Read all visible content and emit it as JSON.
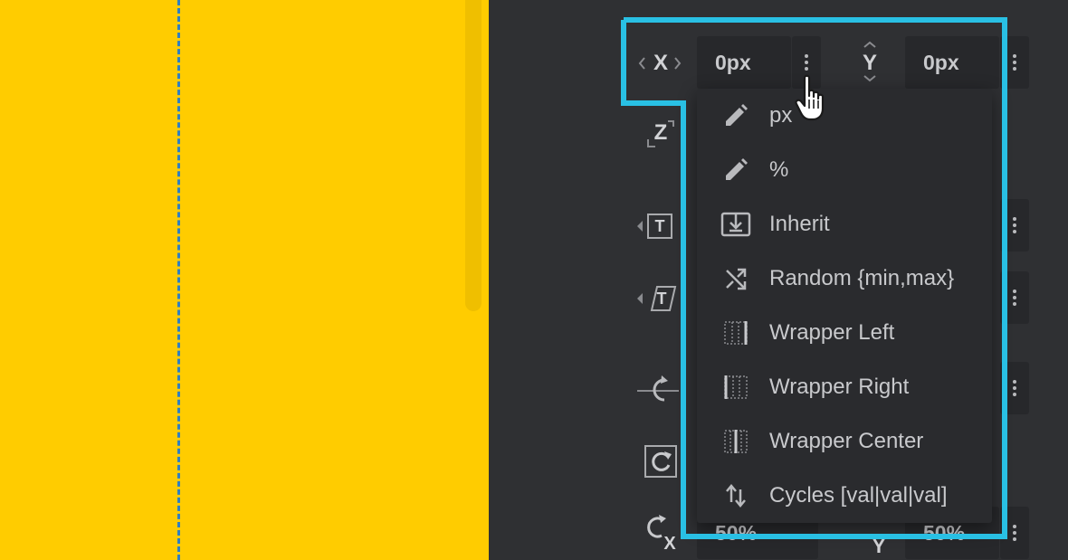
{
  "canvas": {
    "background": "#ffcc00",
    "guide_color": "#2f7fc2"
  },
  "position": {
    "x_axis_label": "X",
    "x_value": "0px",
    "y_axis_label": "Y",
    "y_value": "0px"
  },
  "rows": {
    "z_axis_label": "Z",
    "text_icon_label": "T",
    "text_skew_icon_label": "T",
    "origin_x_label": "X",
    "origin_x_value": "50%",
    "origin_y_label": "Y",
    "origin_y_value": "50%"
  },
  "unit_menu": {
    "items": [
      {
        "label": "px",
        "icon": "pencil-icon"
      },
      {
        "label": "%",
        "icon": "pencil-icon"
      },
      {
        "label": "Inherit",
        "icon": "inherit-icon"
      },
      {
        "label": "Random {min,max}",
        "icon": "shuffle-icon"
      },
      {
        "label": "Wrapper Left",
        "icon": "wrapper-left-icon"
      },
      {
        "label": "Wrapper Right",
        "icon": "wrapper-right-icon"
      },
      {
        "label": "Wrapper Center",
        "icon": "wrapper-center-icon"
      },
      {
        "label": "Cycles [val|val|val]",
        "icon": "cycles-icon"
      }
    ]
  },
  "colors": {
    "panel_bg": "#2f3033",
    "field_bg": "#27282b",
    "menu_bg": "#2a2b2e",
    "highlight": "#29c0e4"
  }
}
